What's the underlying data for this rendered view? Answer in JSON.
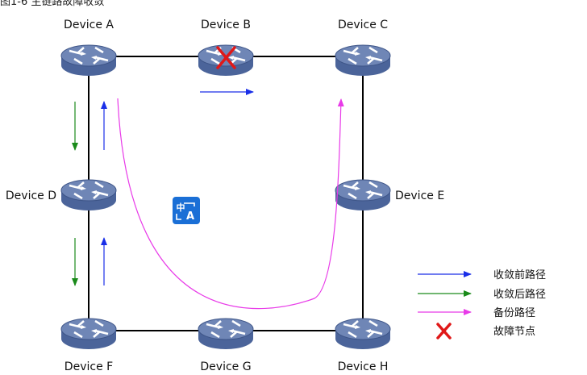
{
  "caption": "图1-6 主链路故障收敛",
  "devices": {
    "a": {
      "label": "Device A"
    },
    "b": {
      "label": "Device B"
    },
    "c": {
      "label": "Device C"
    },
    "d": {
      "label": "Device D"
    },
    "e": {
      "label": "Device E"
    },
    "f": {
      "label": "Device F"
    },
    "g": {
      "label": "Device G"
    },
    "h": {
      "label": "Device H"
    }
  },
  "legend": {
    "before": "收敛前路径",
    "after": "收敛后路径",
    "backup": "备份路径",
    "fault": "故障节点"
  },
  "badge": {
    "icon": "translate-icon"
  },
  "colors": {
    "before": "#1a2fe8",
    "after": "#1a8a1a",
    "backup": "#e83ae8",
    "fault": "#e01818",
    "device_top": "#6f86b6",
    "device_body": "#4b649a",
    "badge": "#1a6fd6"
  }
}
